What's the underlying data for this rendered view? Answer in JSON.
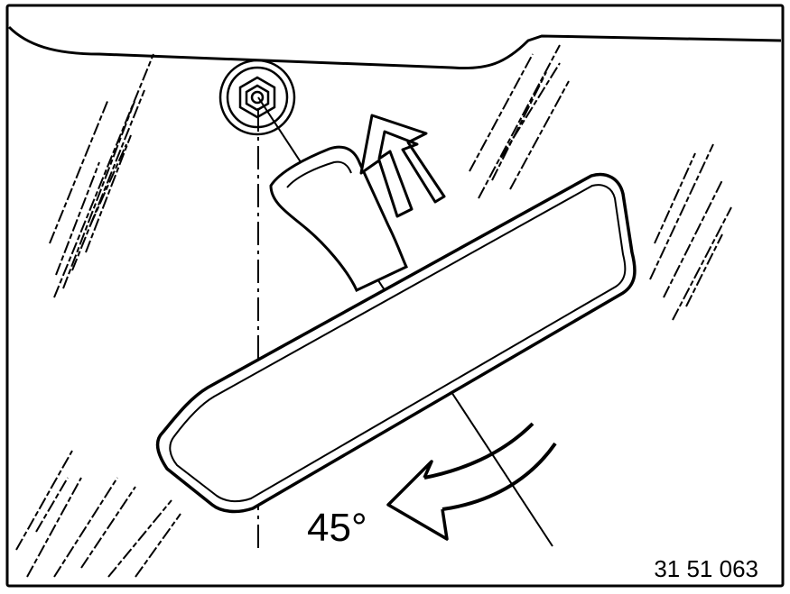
{
  "diagram": {
    "angle_label": "45°",
    "figure_number": "31 51 063",
    "colors": {
      "ink": "#000000",
      "paper": "#ffffff"
    },
    "parts": {
      "headliner": "headliner-edge",
      "mount_bolt": "mount-bolt",
      "mirror_arm": "mirror-arm",
      "mirror_glass": "rear-view-mirror",
      "rotation_arrow": "rotate-arrow",
      "lift_arrow": "lift-arrow",
      "windshield_hatching": "glass-hatching"
    }
  }
}
